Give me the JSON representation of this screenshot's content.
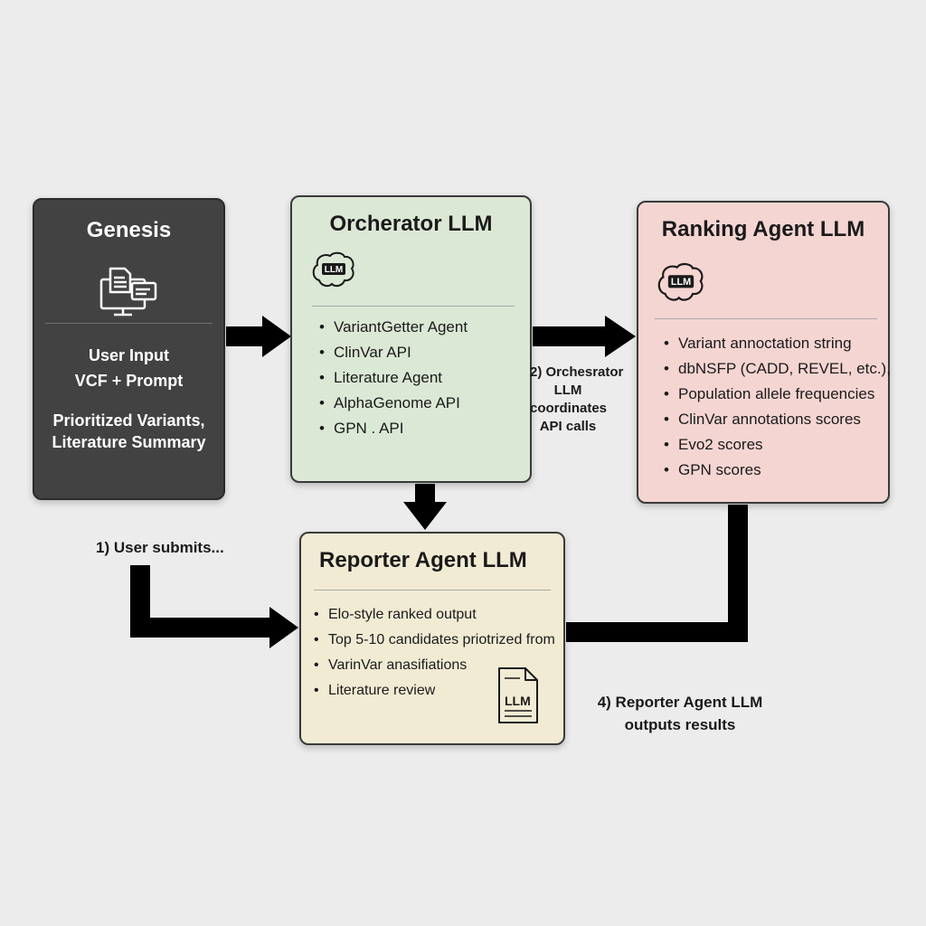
{
  "genesis": {
    "title": "Genesis",
    "icon": "desktop-documents-icon",
    "line1": "User Input",
    "line2": "VCF + Prompt",
    "line3": "Prioritized Variants,",
    "line4": "Literature Summary"
  },
  "orchestrator": {
    "title": "Orcherator LLM",
    "icon": "llm-brain-icon",
    "icon_text": "LLM",
    "items": [
      "VariantGetter Agent",
      "ClinVar API",
      "Literature Agent",
      "AlphaGenome API",
      "GPN . API"
    ]
  },
  "ranking": {
    "title": "Ranking Agent LLM",
    "icon": "llm-brain-icon",
    "icon_text": "LLM",
    "items": [
      "Variant annoctation string",
      "dbNSFP (CADD, REVEL, etc.),",
      "Population allele frequencies",
      "ClinVar annotations scores",
      "Evo2 scores",
      "GPN scores"
    ]
  },
  "reporter": {
    "title": "Reporter Agent LLM",
    "items": [
      "Elo-style ranked output",
      "Top 5-10 candidates priotrized from",
      "VarinVar anasifiations",
      "Literature review"
    ],
    "doc_icon": "llm-document-icon",
    "doc_text": "LLM"
  },
  "captions": {
    "step1": "1) User submits...",
    "step2": [
      "2) Orchesrator",
      "LLM",
      "coordinates",
      "API calls"
    ],
    "step4": [
      "4) Reporter Agent LLM",
      "outputs results"
    ]
  },
  "colors": {
    "genesis_bg": "#424242",
    "orchestrator_bg": "#dbe8d5",
    "ranking_bg": "#f4d5d2",
    "reporter_bg": "#f1ebd4",
    "arrow": "#000000",
    "background": "#ececec"
  }
}
